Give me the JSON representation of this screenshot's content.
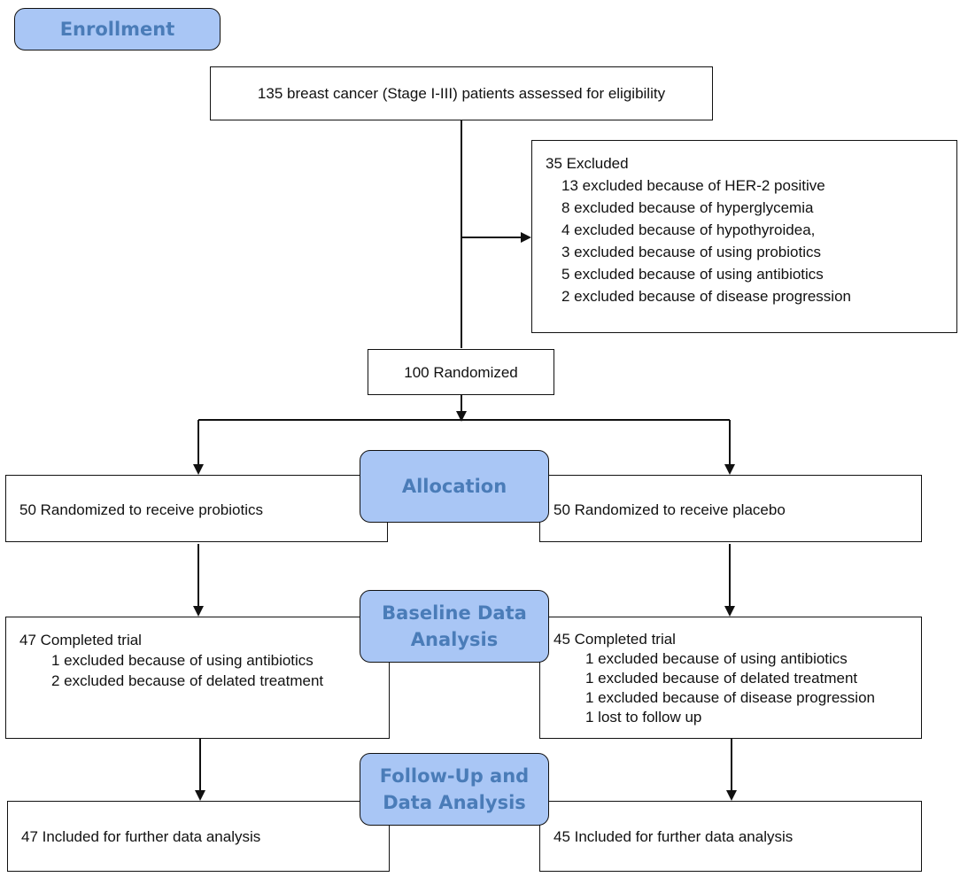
{
  "stages": {
    "enrollment": "Enrollment",
    "allocation": "Allocation",
    "baseline": "Baseline Data\nAnalysis",
    "followup": "Follow-Up and\nData Analysis"
  },
  "assessed": "135 breast cancer (Stage I-III) patients assessed for eligibility",
  "excluded": {
    "title": "35 Excluded",
    "reasons": [
      "13 excluded because of HER-2 positive",
      "8 excluded because of hyperglycemia",
      "4 excluded because of hypothyroidea,",
      "3 excluded because of using probiotics",
      "5 excluded because of using antibiotics",
      "2 excluded because of disease progression"
    ]
  },
  "randomized": "100 Randomized",
  "arms": {
    "left": {
      "allocation": "50 Randomized to receive probiotics",
      "completed_title": "47 Completed trial",
      "completed_reasons": [
        "1 excluded because of using antibiotics",
        "2 excluded because of delated treatment"
      ],
      "analysis": "47 Included for further data analysis"
    },
    "right": {
      "allocation": "50 Randomized to receive placebo",
      "completed_title": "45 Completed trial",
      "completed_reasons": [
        "1 excluded because of using antibiotics",
        "1 excluded because of delated treatment",
        "1 excluded because of disease progression",
        "1 lost to follow up"
      ],
      "analysis": "45 Included for further data analysis"
    }
  }
}
